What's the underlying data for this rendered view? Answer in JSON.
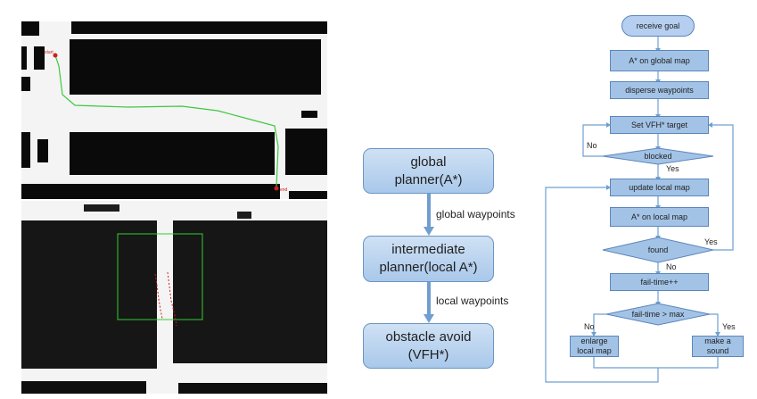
{
  "map_top": {
    "start_label": "start",
    "end_label": "end"
  },
  "planner": {
    "boxes": [
      {
        "label": "global\nplanner(A*)"
      },
      {
        "label": "intermediate\nplanner(local A*)"
      },
      {
        "label": "obstacle avoid\n(VFH*)"
      }
    ],
    "edge_labels": [
      "global waypoints",
      "local waypoints"
    ]
  },
  "flowchart": {
    "receive_goal": "receive goal",
    "a_star_global": "A* on global map",
    "disperse": "disperse waypoints",
    "set_target": "Set VFH* target",
    "blocked": "blocked",
    "update_local": "update local map",
    "a_star_local": "A* on local map",
    "found": "found",
    "fail_time_inc": "fail-time++",
    "fail_check": "fail-time > max",
    "enlarge": "enlarge\nlocal map",
    "sound": "make a\nsound",
    "labels": {
      "no_blocked": "No",
      "yes_blocked": "Yes",
      "yes_found": "Yes",
      "no_found": "No",
      "no_fail": "No",
      "yes_fail": "Yes"
    }
  },
  "colors": {
    "map_obstacle": "#0a0a0a",
    "map_free": "#f4f4f4",
    "path_global": "#3ec83e",
    "robot_marker": "#cc1f1f",
    "local_window": "#33cc33",
    "box_fill": "#a3c3e6",
    "box_border": "#5b86bb",
    "arrow": "#6f9fd0"
  }
}
